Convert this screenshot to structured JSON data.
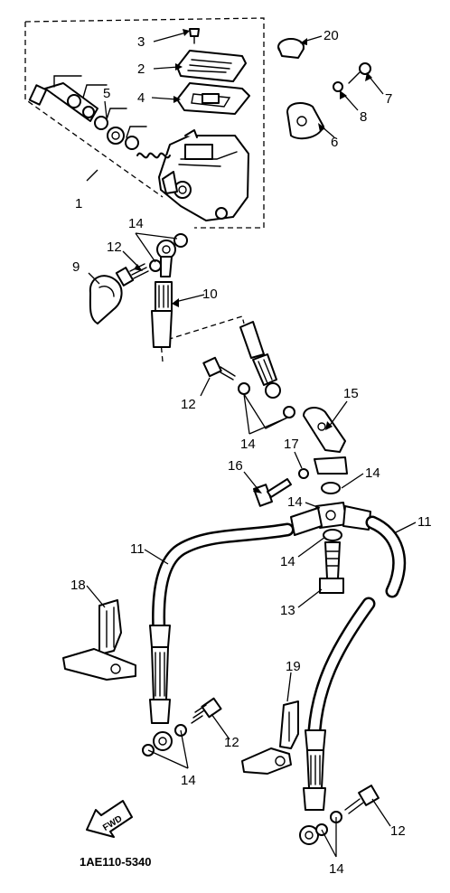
{
  "diagram": {
    "part_code": "1AE110-5340",
    "direction_label": "FWD",
    "callouts": {
      "c1": "1",
      "c2": "2",
      "c3": "3",
      "c4": "4",
      "c5": "5",
      "c6": "6",
      "c7": "7",
      "c8": "8",
      "c9": "9",
      "c10": "10",
      "c11a": "11",
      "c11b": "11",
      "c12a": "12",
      "c12b": "12",
      "c12c": "12",
      "c12d": "12",
      "c13": "13",
      "c14a": "14",
      "c14b": "14",
      "c14c": "14",
      "c14d": "14",
      "c14e": "14",
      "c14f": "14",
      "c14g": "14",
      "c15": "15",
      "c16": "16",
      "c17": "17",
      "c18": "18",
      "c19": "19",
      "c20": "20"
    }
  }
}
